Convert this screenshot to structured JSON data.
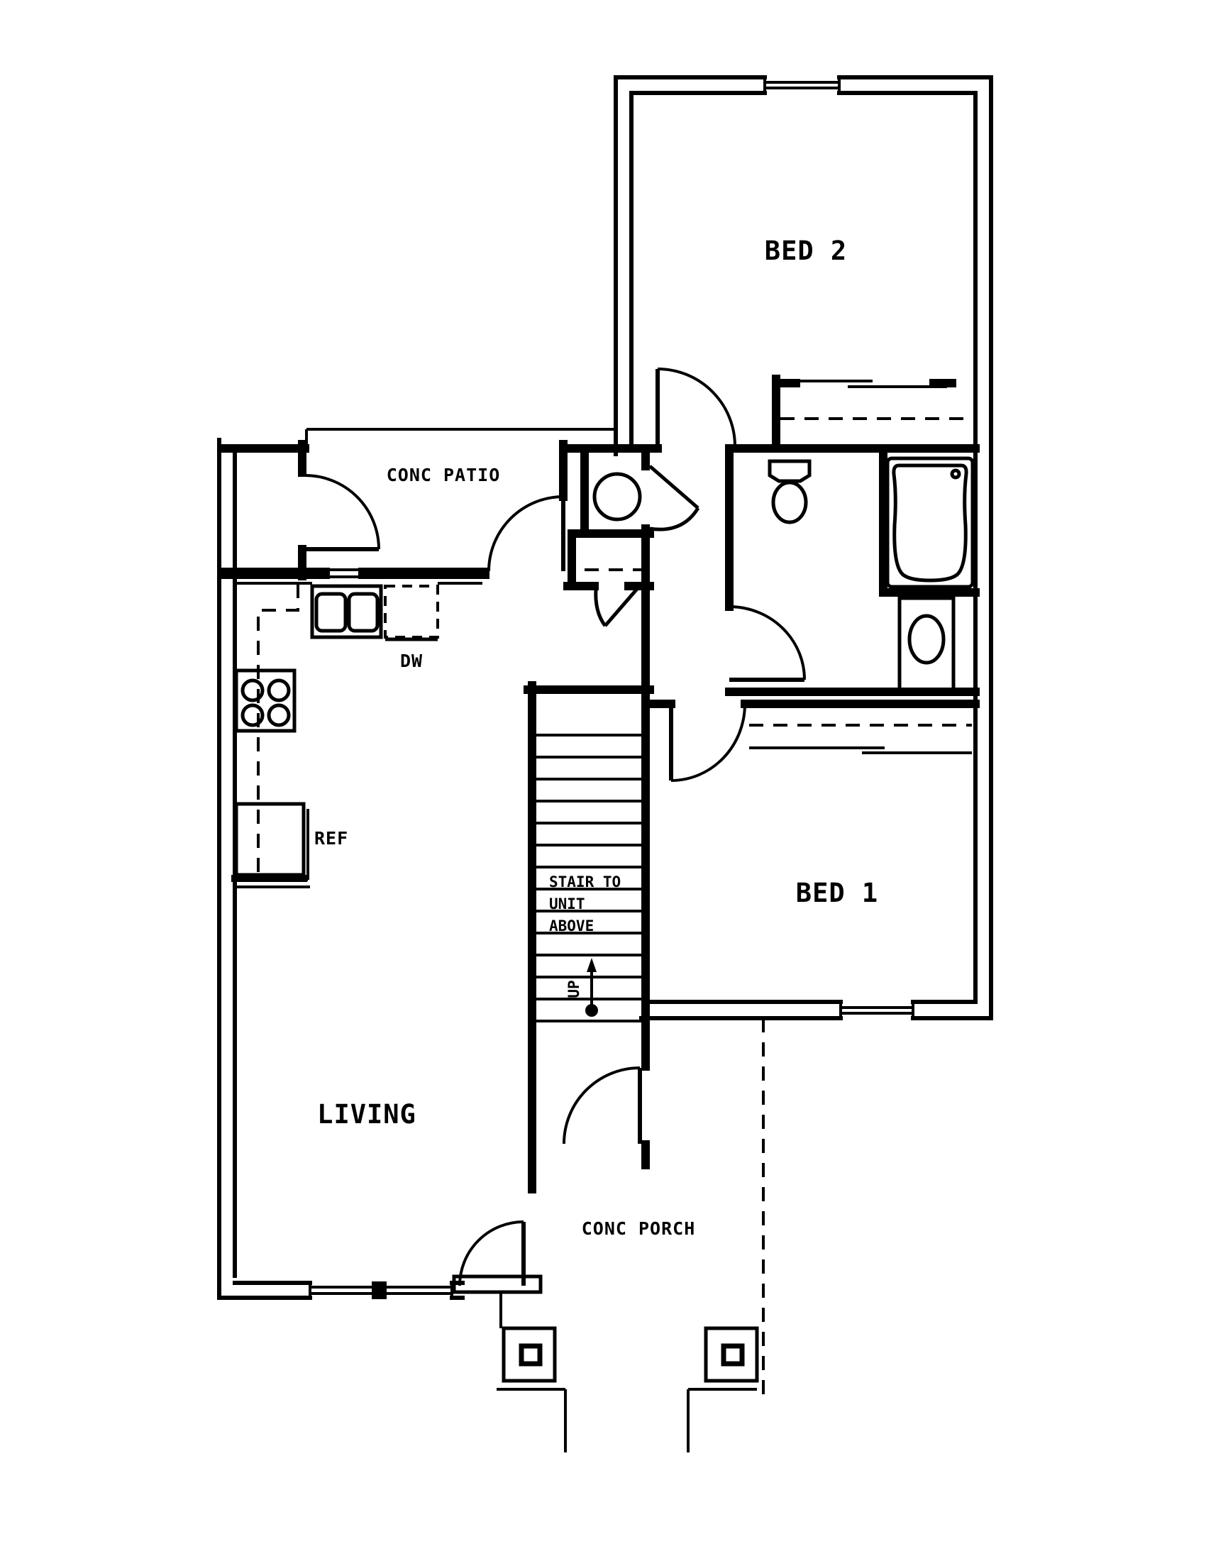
{
  "drawing": {
    "type": "architectural-floor-plan",
    "background_color": "#ffffff",
    "line_color": "#000000",
    "units_shown": "none"
  },
  "labels": {
    "bed2": "BED 2",
    "bed1": "BED 1",
    "living": "LIVING",
    "conc_patio": "CONC PATIO",
    "conc_porch": "CONC PORCH",
    "dw": "DW",
    "ref": "REF",
    "up": "UP"
  },
  "stair_note": {
    "line1": "STAIR TO",
    "line2": "UNIT",
    "line3": "ABOVE"
  },
  "rooms": [
    {
      "name": "BED 2",
      "position": "top-right",
      "features": [
        "window-top-wall",
        "closet-with-rod-and-shelf",
        "hinged-door"
      ]
    },
    {
      "name": "BATH",
      "position": "middle-right",
      "features": [
        "toilet",
        "bathtub",
        "vanity-sink",
        "hinged-door"
      ]
    },
    {
      "name": "BED 1",
      "position": "right",
      "features": [
        "closet-with-rod-and-shelf",
        "window-bottom-wall",
        "hinged-door"
      ]
    },
    {
      "name": "KITCHEN",
      "position": "middle-left",
      "features": [
        "double-basin-sink",
        "dishwasher",
        "range-4-burners",
        "refrigerator",
        "window",
        "counter-dashed-line"
      ]
    },
    {
      "name": "LIVING",
      "position": "bottom-left",
      "features": [
        "double-window-bottom-wall",
        "entry-door"
      ]
    },
    {
      "name": "CONC PATIO",
      "position": "top-left",
      "features": [
        "storage-closet",
        "water-heater-closet",
        "utility-closet"
      ]
    },
    {
      "name": "CONC PORCH",
      "position": "bottom-right",
      "features": [
        "two-square-posts",
        "walkway",
        "dashed-property-line"
      ]
    },
    {
      "name": "STAIR",
      "position": "center",
      "features": [
        "14-treads",
        "up-arrow",
        "note-stair-to-unit-above"
      ]
    }
  ],
  "fixtures": [
    "kitchen-sink",
    "dishwasher",
    "range",
    "refrigerator",
    "water-heater",
    "toilet",
    "bathtub",
    "vanity-sink",
    "porch-post-left",
    "porch-post-right"
  ]
}
